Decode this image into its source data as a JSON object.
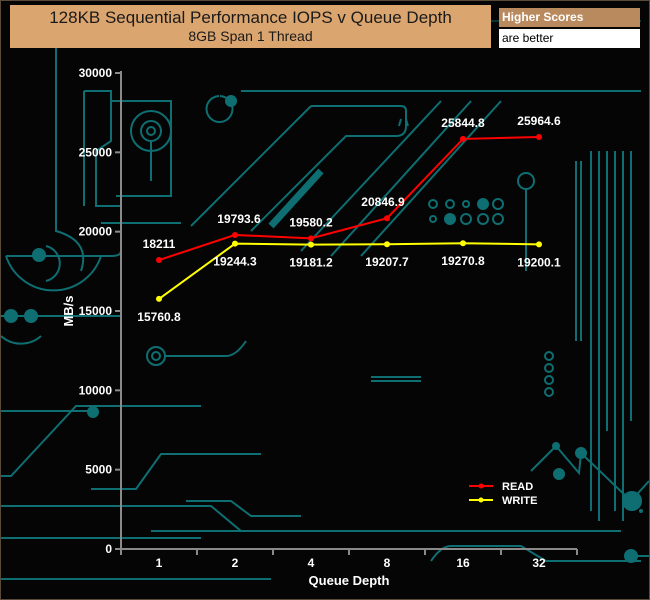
{
  "header": {
    "title": "128KB Sequential Performance IOPS v Queue Depth",
    "subtitle": "8GB Span 1 Thread",
    "badge_top": "Higher Scores",
    "badge_bottom": "are better"
  },
  "colors": {
    "title_bg": "#dba56f",
    "badge_top_bg": "#b98a5e",
    "read": "#ff0000",
    "write": "#ffff00",
    "circuit": "#0e6e72",
    "axis": "#8a8a8a"
  },
  "chart_data": {
    "type": "line",
    "title": "128KB Sequential Performance IOPS v Queue Depth",
    "subtitle": "8GB Span 1 Thread",
    "xlabel": "Queue Depth",
    "ylabel": "MB/s",
    "categories": [
      "1",
      "2",
      "4",
      "8",
      "16",
      "32"
    ],
    "ylim": [
      0,
      30000
    ],
    "yticks": [
      0,
      5000,
      10000,
      15000,
      20000,
      25000,
      30000
    ],
    "grid": false,
    "legend_position": "bottom-right",
    "series": [
      {
        "name": "READ",
        "color": "#ff0000",
        "values": [
          18211,
          19793.6,
          19580.2,
          20846.9,
          25844.8,
          25964.6
        ],
        "labels": [
          "18211",
          "19793.6",
          "19580.2",
          "20846.9",
          "25844.8",
          "25964.6"
        ]
      },
      {
        "name": "WRITE",
        "color": "#ffff00",
        "values": [
          15760.8,
          19244.3,
          19181.2,
          19207.7,
          19270.8,
          19200.1
        ],
        "labels": [
          "15760.8",
          "19244.3",
          "19181.2",
          "19207.7",
          "19270.8",
          "19200.1"
        ]
      }
    ]
  }
}
